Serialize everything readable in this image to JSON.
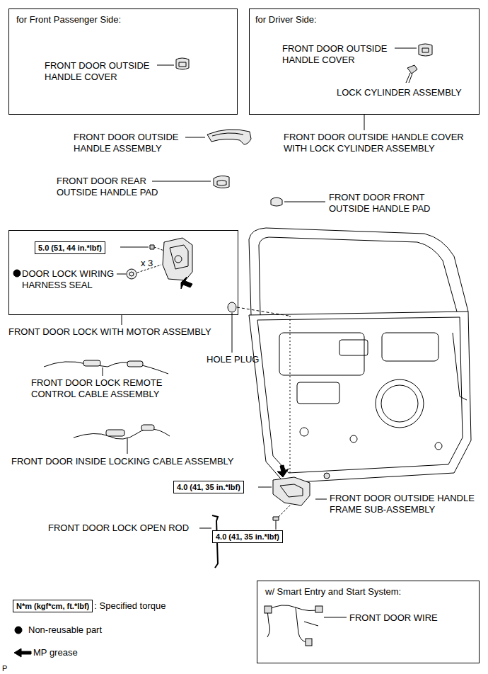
{
  "diagram": {
    "nodes": [
      {
        "text": [
          "for Front Passenger Side:",
          "FRONT DOOR OUTSIDE HANDLE COVER"
        ]
      },
      {
        "text": [
          "for Driver Side:",
          "FRONT DOOR OUTSIDE HANDLE COVER",
          "LOCK CYLINDER ASSEMBLY"
        ]
      },
      {
        "text": [
          "x 3",
          "DOOR LOCK WIRING HARNESS SEAL"
        ]
      },
      {
        "text": [
          "5.0 (51, 44 in.*lbf)"
        ],
        "in": 2
      },
      {
        "text": [
          "4.0 (41, 35 in.*lbf)"
        ]
      },
      {
        "text": [
          "4.0 (41, 35 in.*lbf)"
        ]
      },
      {
        "text": [
          "w/ Smart Entry and Start System:",
          "FRONT DOOR WIRE"
        ]
      },
      {
        "text": [
          "N*m (kgf*cm, ft.*lbf)"
        ]
      }
    ],
    "labels": [
      "FRONT DOOR OUTSIDE HANDLE COVER WITH LOCK CYLINDER ASSEMBLY",
      "FRONT DOOR OUTSIDE HANDLE ASSEMBLY",
      "FRONT DOOR REAR OUTSIDE HANDLE PAD",
      "FRONT DOOR FRONT OUTSIDE HANDLE PAD",
      "FRONT DOOR LOCK WITH MOTOR ASSEMBLY",
      "HOLE PLUG",
      "FRONT DOOR LOCK REMOTE CONTROL CABLE ASSEMBLY",
      "FRONT DOOR INSIDE LOCKING CABLE ASSEMBLY",
      "FRONT DOOR OUTSIDE HANDLE FRAME SUB-ASSEMBLY",
      "FRONT DOOR LOCK OPEN ROD",
      "P"
    ],
    "legend": [
      {
        "text": ": Specified torque"
      },
      {
        "text": "Non-reusable part"
      },
      {
        "text": "MP grease"
      }
    ]
  }
}
